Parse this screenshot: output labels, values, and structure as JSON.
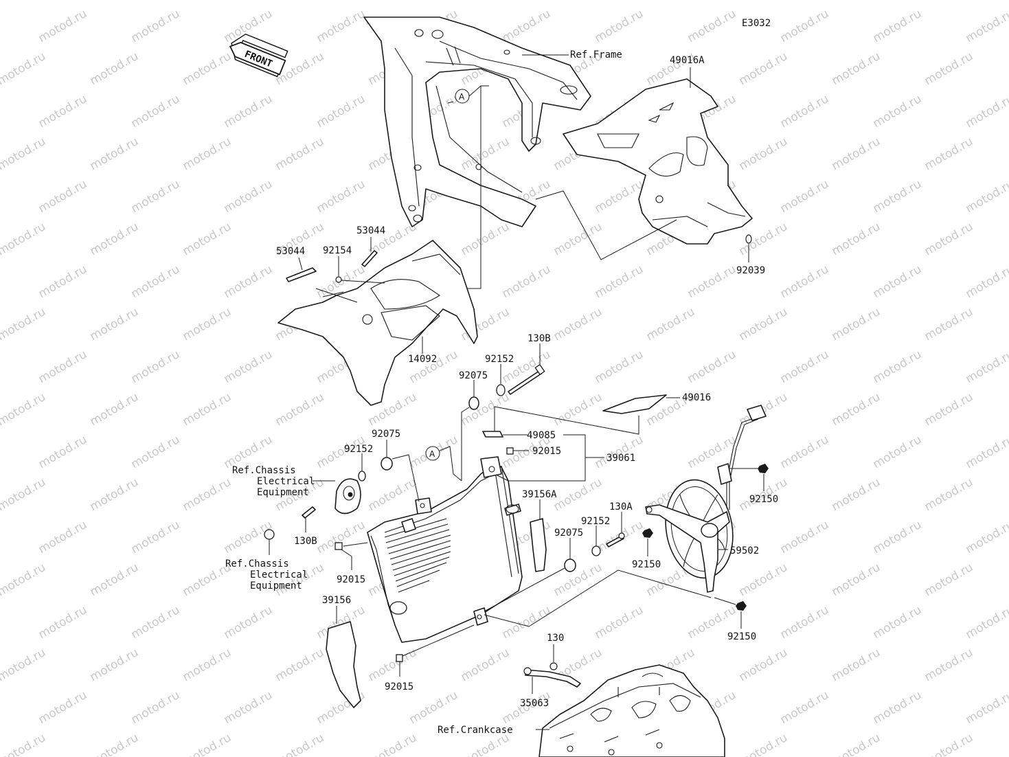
{
  "diagram": {
    "code": "E3032",
    "watermark": "motod.ru",
    "front_label": "FRONT",
    "callouts": [
      "A",
      "A"
    ],
    "parts": [
      {
        "id": "p-49016A",
        "label": "49016A"
      },
      {
        "id": "p-92039",
        "label": "92039"
      },
      {
        "id": "p-53044a",
        "label": "53044"
      },
      {
        "id": "p-53044b",
        "label": "53044"
      },
      {
        "id": "p-92154",
        "label": "92154"
      },
      {
        "id": "p-14092",
        "label": "14092"
      },
      {
        "id": "p-130B-top",
        "label": "130B"
      },
      {
        "id": "p-92152-top",
        "label": "92152"
      },
      {
        "id": "p-92075-top",
        "label": "92075"
      },
      {
        "id": "p-49016",
        "label": "49016"
      },
      {
        "id": "p-49085",
        "label": "49085"
      },
      {
        "id": "p-92015-top",
        "label": "92015"
      },
      {
        "id": "p-39061",
        "label": "39061"
      },
      {
        "id": "p-92075-left",
        "label": "92075"
      },
      {
        "id": "p-92152-left",
        "label": "92152"
      },
      {
        "id": "p-130B-left",
        "label": "130B"
      },
      {
        "id": "p-92015-left",
        "label": "92015"
      },
      {
        "id": "p-39156",
        "label": "39156"
      },
      {
        "id": "p-92015-bottom",
        "label": "92015"
      },
      {
        "id": "p-39156A",
        "label": "39156A"
      },
      {
        "id": "p-130A",
        "label": "130A"
      },
      {
        "id": "p-92152-mid",
        "label": "92152"
      },
      {
        "id": "p-92075-mid",
        "label": "92075"
      },
      {
        "id": "p-92150-top",
        "label": "92150"
      },
      {
        "id": "p-92150-mid",
        "label": "92150"
      },
      {
        "id": "p-59502",
        "label": "59502"
      },
      {
        "id": "p-92150-bottom",
        "label": "92150"
      },
      {
        "id": "p-130",
        "label": "130"
      },
      {
        "id": "p-35063",
        "label": "35063"
      }
    ],
    "references": {
      "frame": "Ref.Frame",
      "chassis1": [
        "Ref.Chassis",
        "Electrical",
        "Equipment"
      ],
      "chassis2": [
        "Ref.Chassis",
        "Electrical",
        "Equipment"
      ],
      "crankcase": "Ref.Crankcase"
    }
  }
}
